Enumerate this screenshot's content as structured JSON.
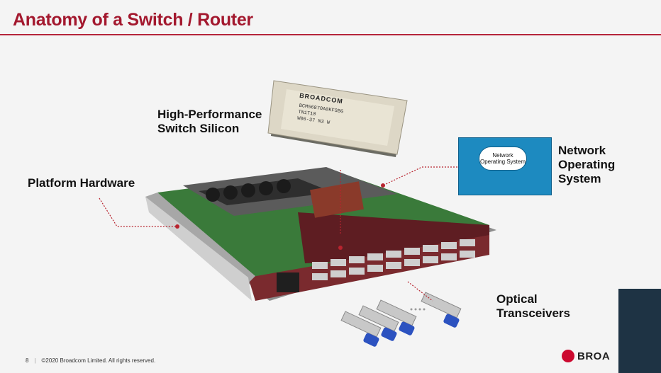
{
  "slide": {
    "title": "Anatomy of a Switch / Router",
    "labels": {
      "silicon": "High-Performance\nSwitch Silicon",
      "platform": "Platform Hardware",
      "nos": "Network\nOperating\nSystem",
      "optics": "Optical\nTransceivers"
    },
    "chip": {
      "brand": "BROADCOM",
      "marking": "BCM56870A0KFSBG\nTN1T10\nW06-37 N3 W"
    },
    "nos_diagram": {
      "cloud_label": "Network\nOperating System"
    }
  },
  "footer": {
    "page_number": "8",
    "copyright": "©2020 Broadcom Limited. All rights reserved.",
    "logo_text": "BROA"
  },
  "colors": {
    "title": "#a3182e",
    "accent_rule": "#b5243a",
    "nos_blue": "#1d8ac0",
    "broadcom_red": "#cc092f"
  }
}
